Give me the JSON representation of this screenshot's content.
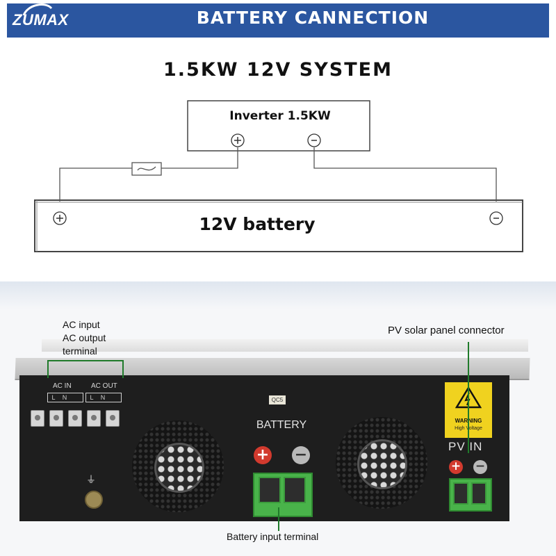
{
  "header": {
    "logo_text": "ZUMAX",
    "title": "BATTERY CANNECTION"
  },
  "diagram": {
    "title": "1.5KW 12V SYSTEM",
    "inverter_label": "Inverter 1.5KW",
    "battery_label": "12V battery",
    "positive_symbol": "+",
    "negative_symbol": "-",
    "fuse_icon": "fuse-icon"
  },
  "photo": {
    "panel": {
      "ac_in_label": "AC IN",
      "ac_out_label": "AC OUT",
      "line_label": "L",
      "neutral_label": "N",
      "qc_sticker": "QC5",
      "battery_label": "BATTERY",
      "warning_title": "WARNING",
      "warning_subtitle": "High Voltage",
      "pv_in_label": "PV IN"
    },
    "callouts": {
      "ac_lines": [
        "AC input",
        "AC output",
        "terminal"
      ],
      "pv_connector": "PV solar panel connector",
      "battery_terminal": "Battery input terminal"
    }
  },
  "colors": {
    "header_bg": "#2b56a0",
    "callout_line": "#1f7a2a",
    "terminal_green": "#49b34a",
    "positive_red": "#d23a2e",
    "warning_yellow": "#f0d21f"
  }
}
